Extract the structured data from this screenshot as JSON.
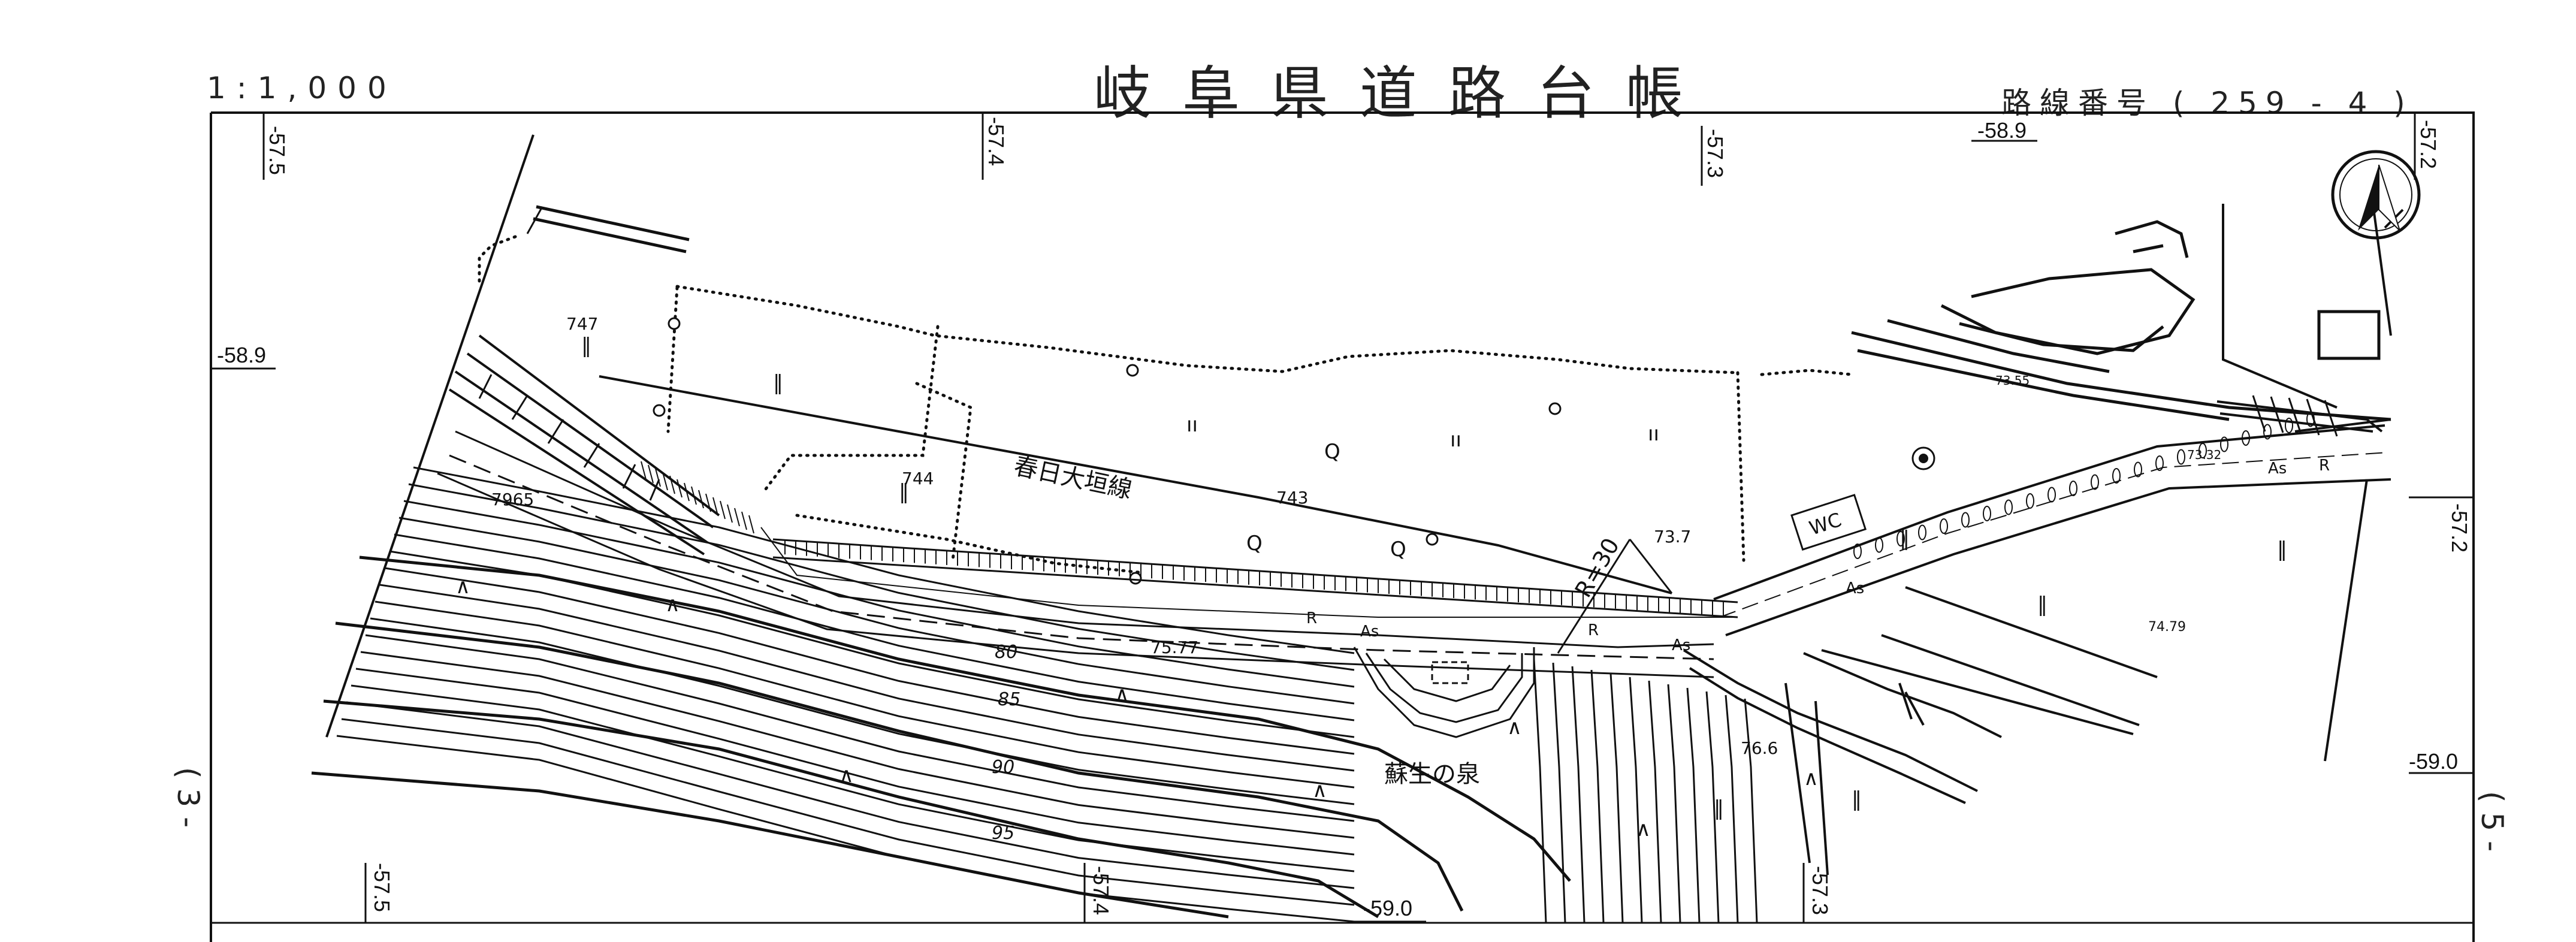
{
  "header": {
    "scale": "1:1,000",
    "title": "岐阜県道路台帳",
    "route_label": "路線番号",
    "route_number": "( 259 -   4 )"
  },
  "sheet_index": {
    "left": "( 3 -",
    "right": "( 5 -"
  },
  "coordinate_labels": {
    "top_1": "-57.5",
    "top_2": "-57.4",
    "top_3": "-57.3",
    "top_4": "-58.9",
    "top_5": "-57.2",
    "left_1": "-58.9",
    "right_1": "-57.2",
    "right_2": "-59.0",
    "bottom_1": "-57.5",
    "bottom_2": "-57.4",
    "bottom_3": "-59.0",
    "bottom_4": "-57.3"
  },
  "place_labels": {
    "rail_line": "春日大垣線",
    "spring": "蘇生の泉",
    "toilet": "WC",
    "curve": "R=30"
  },
  "elevations": {
    "e1": "747",
    "e2": "744",
    "e3": "743",
    "e4": "73.7",
    "e5": "75.77",
    "e6": "7965",
    "e7": "76.6",
    "e8": "74.79",
    "e9": "73.55",
    "e10": "73.32"
  },
  "contours": {
    "c80": "80",
    "c85": "85",
    "c90": "90",
    "c95": "95"
  },
  "road_marks": {
    "as1": "As",
    "as2": "As",
    "as3": "As",
    "as4": "As",
    "r1": "R",
    "r2": "R",
    "r3": "R"
  },
  "icons": {
    "north": "north-arrow-icon",
    "parking": "parking-symbol-icon"
  },
  "colors": {
    "ink": "#111111",
    "paper": "#ffffff"
  }
}
